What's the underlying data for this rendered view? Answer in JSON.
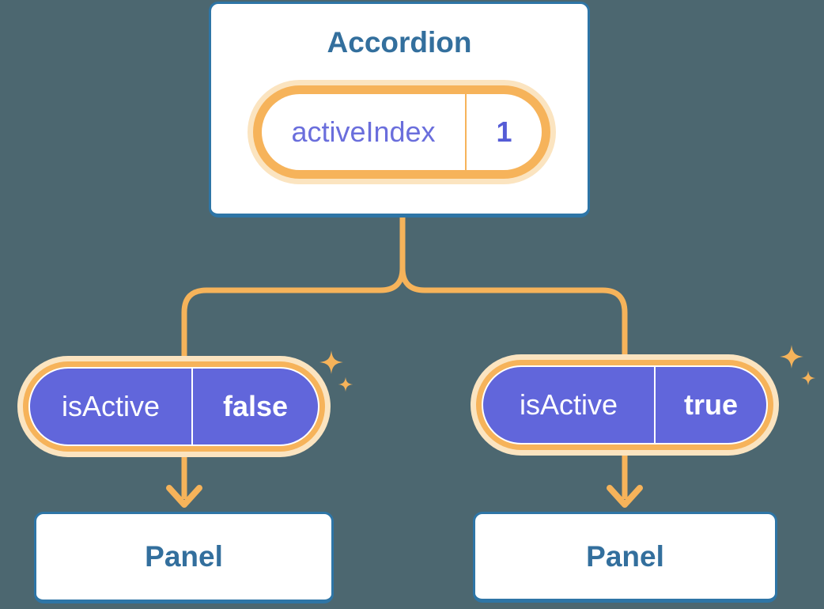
{
  "colors": {
    "bg": "#4C6770",
    "white": "#FFFFFF",
    "orange": "#F6B35A",
    "orange_glow": "#FBE4C0",
    "purple": "#6166DB",
    "purple_label": "#6A6EDC",
    "purple_value": "#555CD6",
    "blue_border": "#2E75A6",
    "blue_text": "#336F9D"
  },
  "accordion": {
    "title": "Accordion",
    "state": {
      "label": "activeIndex",
      "value": "1"
    }
  },
  "children": [
    {
      "prop": {
        "label": "isActive",
        "value": "false"
      },
      "panel": {
        "label": "Panel"
      }
    },
    {
      "prop": {
        "label": "isActive",
        "value": "true"
      },
      "panel": {
        "label": "Panel"
      }
    }
  ]
}
